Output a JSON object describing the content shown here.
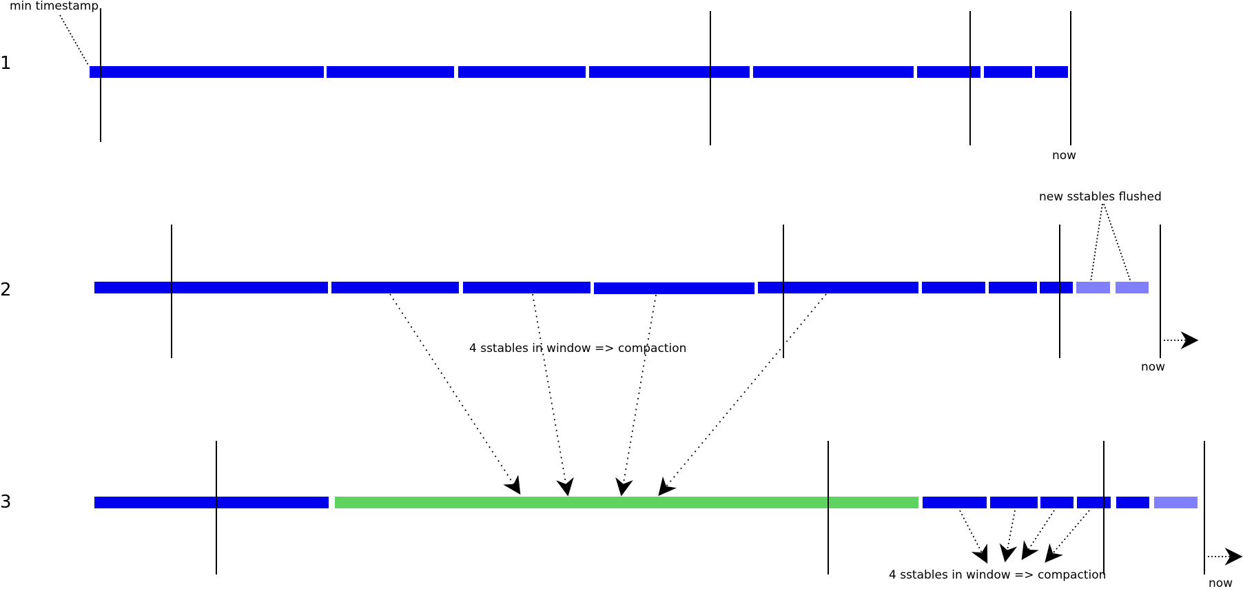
{
  "colors": {
    "sstable": "#0000ee",
    "new_sstable": "#8080ff",
    "compacted": "#5fd35f",
    "line": "#000000",
    "background": "#ffffff"
  },
  "rows": [
    {
      "label": "1",
      "annotations": {
        "min_timestamp": "min timestamp",
        "now": "now"
      }
    },
    {
      "label": "2",
      "annotations": {
        "new_flushed": "new sstables flushed",
        "compaction": "4 sstables in window => compaction",
        "now": "now"
      }
    },
    {
      "label": "3",
      "annotations": {
        "compaction": "4 sstables in window => compaction",
        "now": "now"
      }
    }
  ]
}
